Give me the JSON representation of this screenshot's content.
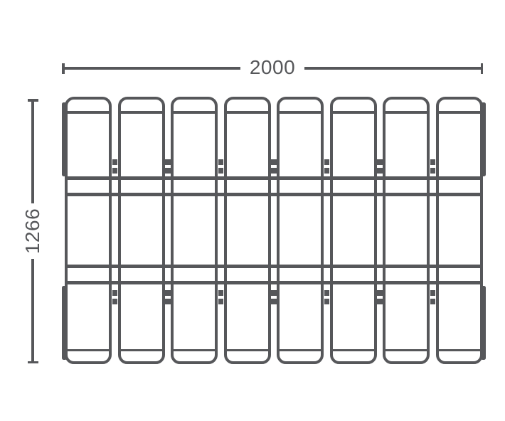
{
  "diagram": {
    "type": "technical-dimension-drawing",
    "width_label": "2000",
    "height_label": "1266",
    "slat_count": 8,
    "connector_gaps": 7,
    "cross_rail_count": 4
  },
  "colors": {
    "line": "#56575a",
    "background": "#ffffff"
  }
}
